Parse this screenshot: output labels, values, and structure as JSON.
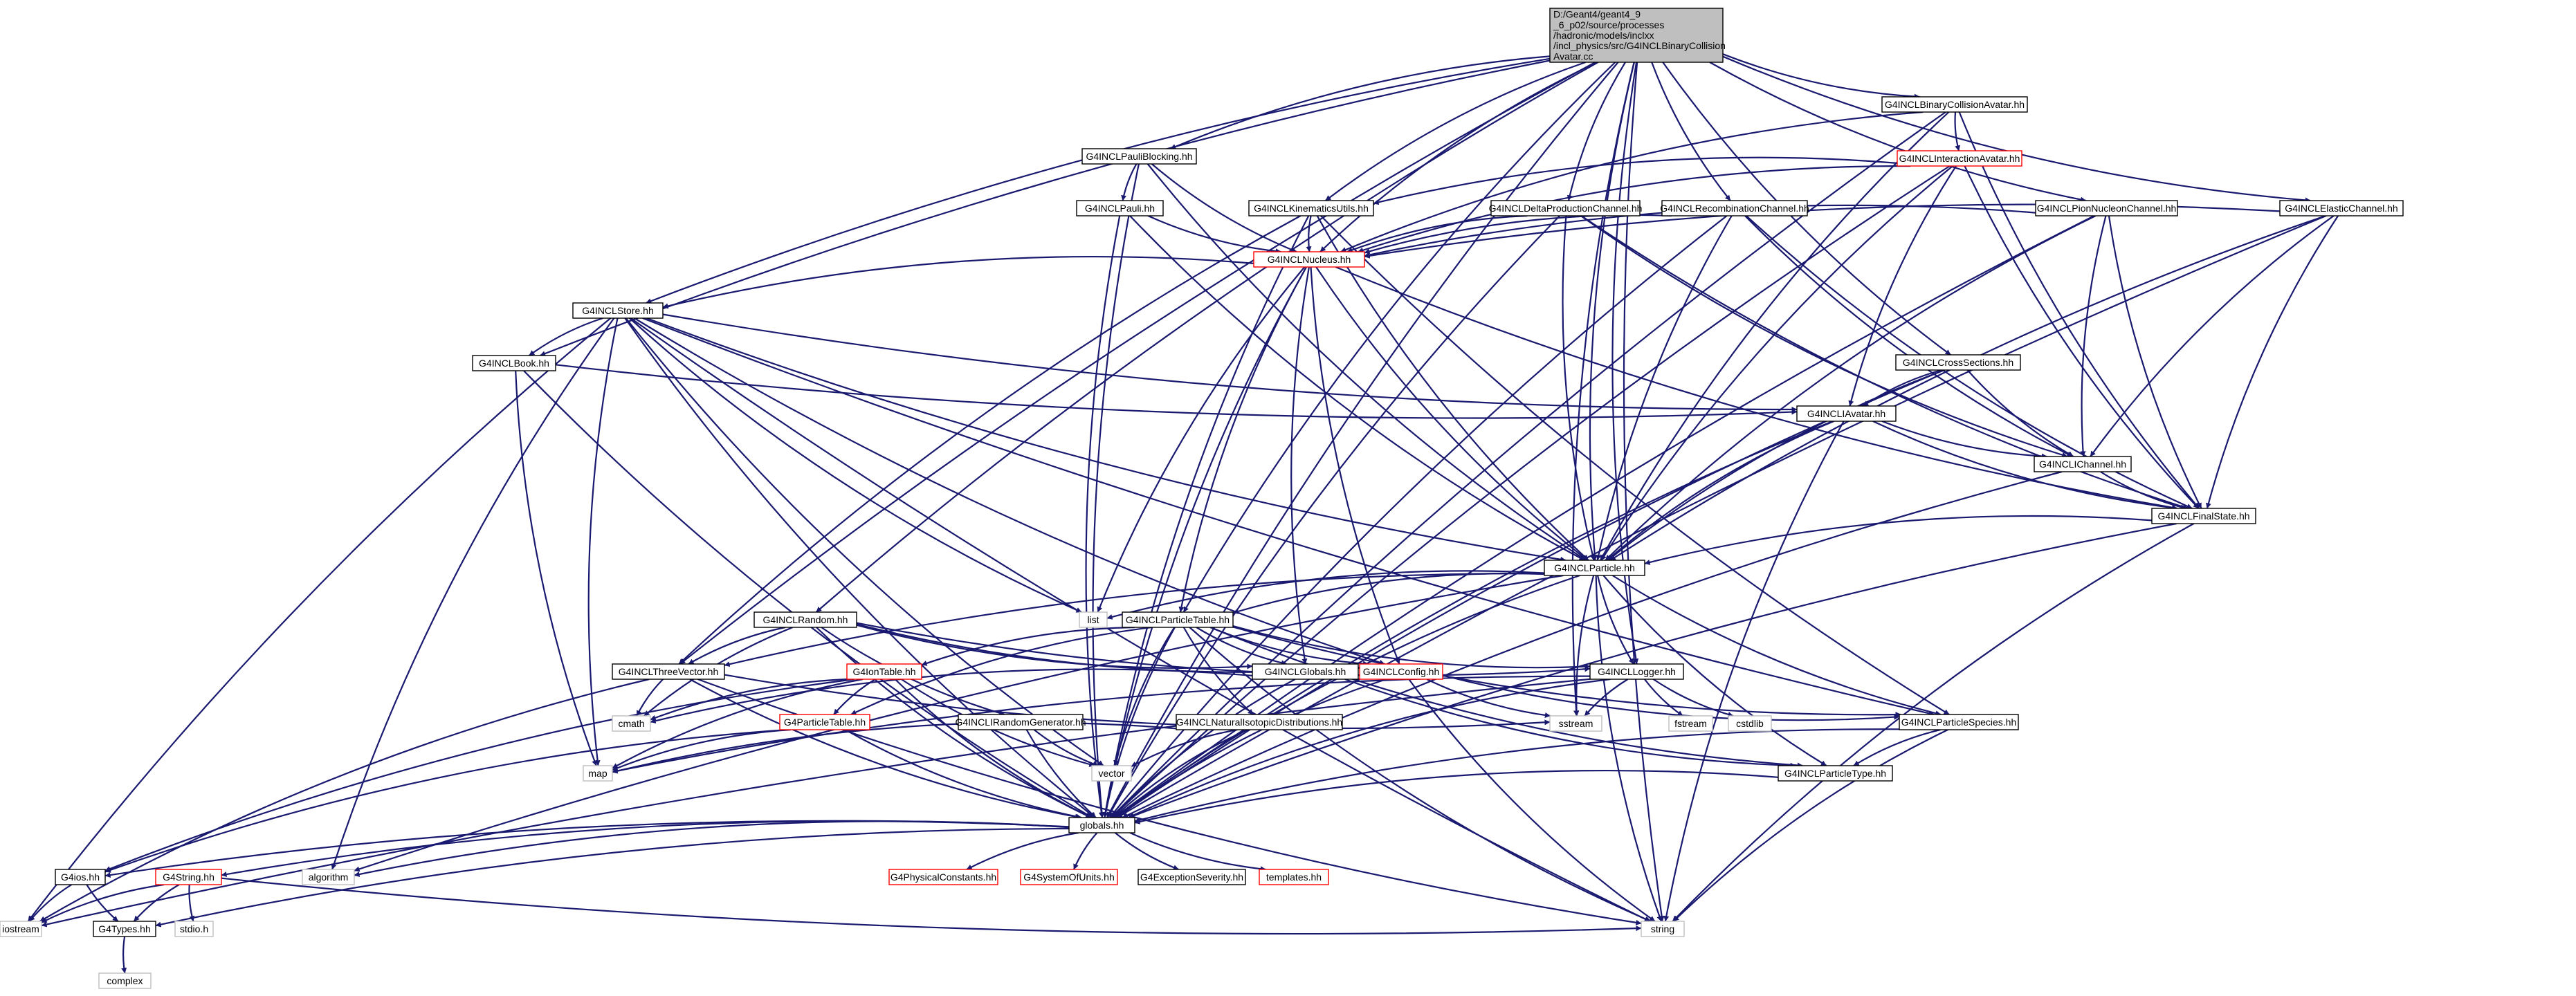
{
  "colors": {
    "background": "#ffffff",
    "edge": "#191970",
    "node_border": "#000000",
    "root_fill": "#bfbfbf",
    "red_border": "#ff0000",
    "gray_border": "#bfbfbf",
    "text": "#000000"
  },
  "nodes": [
    {
      "id": "root",
      "label": [
        "D:/Geant4/geant4_9",
        "_6_p02/source/processes",
        "/hadronic/models/inclxx",
        "/incl_physics/src/G4INCLBinaryCollision",
        "Avatar.cc"
      ],
      "style": "root"
    },
    {
      "id": "bca",
      "label": [
        "G4INCLBinaryCollisionAvatar.hh"
      ],
      "style": "normal"
    },
    {
      "id": "ia",
      "label": [
        "G4INCLInteractionAvatar.hh"
      ],
      "style": "red"
    },
    {
      "id": "pb",
      "label": [
        "G4INCLPauliBlocking.hh"
      ],
      "style": "normal"
    },
    {
      "id": "pauli",
      "label": [
        "G4INCLPauli.hh"
      ],
      "style": "normal"
    },
    {
      "id": "ku",
      "label": [
        "G4INCLKinematicsUtils.hh"
      ],
      "style": "normal"
    },
    {
      "id": "dpc",
      "label": [
        "G4INCLDeltaProductionChannel.hh"
      ],
      "style": "normal"
    },
    {
      "id": "rc",
      "label": [
        "G4INCLRecombinationChannel.hh"
      ],
      "style": "normal"
    },
    {
      "id": "pnc",
      "label": [
        "G4INCLPionNucleonChannel.hh"
      ],
      "style": "normal"
    },
    {
      "id": "ec",
      "label": [
        "G4INCLElasticChannel.hh"
      ],
      "style": "normal"
    },
    {
      "id": "nucleus",
      "label": [
        "G4INCLNucleus.hh"
      ],
      "style": "red"
    },
    {
      "id": "store",
      "label": [
        "G4INCLStore.hh"
      ],
      "style": "normal"
    },
    {
      "id": "book",
      "label": [
        "G4INCLBook.hh"
      ],
      "style": "normal"
    },
    {
      "id": "cs",
      "label": [
        "G4INCLCrossSections.hh"
      ],
      "style": "normal"
    },
    {
      "id": "iav",
      "label": [
        "G4INCLIAvatar.hh"
      ],
      "style": "normal"
    },
    {
      "id": "ich",
      "label": [
        "G4INCLIChannel.hh"
      ],
      "style": "normal"
    },
    {
      "id": "fs",
      "label": [
        "G4INCLFinalState.hh"
      ],
      "style": "normal"
    },
    {
      "id": "particle",
      "label": [
        "G4INCLParticle.hh"
      ],
      "style": "normal"
    },
    {
      "id": "list",
      "label": [
        "list"
      ],
      "style": "gray"
    },
    {
      "id": "ptable",
      "label": [
        "G4INCLParticleTable.hh"
      ],
      "style": "normal"
    },
    {
      "id": "random",
      "label": [
        "G4INCLRandom.hh"
      ],
      "style": "normal"
    },
    {
      "id": "tv",
      "label": [
        "G4INCLThreeVector.hh"
      ],
      "style": "normal"
    },
    {
      "id": "iontable",
      "label": [
        "G4IonTable.hh"
      ],
      "style": "red"
    },
    {
      "id": "inclglobals",
      "label": [
        "G4INCLGlobals.hh"
      ],
      "style": "normal"
    },
    {
      "id": "config",
      "label": [
        "G4INCLConfig.hh"
      ],
      "style": "red"
    },
    {
      "id": "logger",
      "label": [
        "G4INCLLogger.hh"
      ],
      "style": "normal"
    },
    {
      "id": "cmath",
      "label": [
        "cmath"
      ],
      "style": "gray"
    },
    {
      "id": "g4pt",
      "label": [
        "G4ParticleTable.hh"
      ],
      "style": "red"
    },
    {
      "id": "irg",
      "label": [
        "G4INCLIRandomGenerator.hh"
      ],
      "style": "normal"
    },
    {
      "id": "nid",
      "label": [
        "G4INCLNaturalIsotopicDistributions.hh"
      ],
      "style": "normal"
    },
    {
      "id": "sstream",
      "label": [
        "sstream"
      ],
      "style": "gray"
    },
    {
      "id": "fstream",
      "label": [
        "fstream"
      ],
      "style": "gray"
    },
    {
      "id": "cstdlib",
      "label": [
        "cstdlib"
      ],
      "style": "gray"
    },
    {
      "id": "species",
      "label": [
        "G4INCLParticleSpecies.hh"
      ],
      "style": "normal"
    },
    {
      "id": "map",
      "label": [
        "map"
      ],
      "style": "gray"
    },
    {
      "id": "vector",
      "label": [
        "vector"
      ],
      "style": "gray"
    },
    {
      "id": "ptype",
      "label": [
        "G4INCLParticleType.hh"
      ],
      "style": "normal"
    },
    {
      "id": "globals",
      "label": [
        "globals.hh"
      ],
      "style": "normal"
    },
    {
      "id": "g4ios",
      "label": [
        "G4ios.hh"
      ],
      "style": "normal"
    },
    {
      "id": "algorithm",
      "label": [
        "algorithm"
      ],
      "style": "gray"
    },
    {
      "id": "g4string",
      "label": [
        "G4String.hh"
      ],
      "style": "red"
    },
    {
      "id": "physconst",
      "label": [
        "G4PhysicalConstants.hh"
      ],
      "style": "red"
    },
    {
      "id": "sysunits",
      "label": [
        "G4SystemOfUnits.hh"
      ],
      "style": "red"
    },
    {
      "id": "excsev",
      "label": [
        "G4ExceptionSeverity.hh"
      ],
      "style": "normal"
    },
    {
      "id": "templates",
      "label": [
        "templates.hh"
      ],
      "style": "red"
    },
    {
      "id": "iostream",
      "label": [
        "iostream"
      ],
      "style": "gray"
    },
    {
      "id": "g4types",
      "label": [
        "G4Types.hh"
      ],
      "style": "normal"
    },
    {
      "id": "stdio",
      "label": [
        "stdio.h"
      ],
      "style": "gray"
    },
    {
      "id": "string",
      "label": [
        "string"
      ],
      "style": "gray"
    },
    {
      "id": "complex",
      "label": [
        "complex"
      ],
      "style": "gray"
    }
  ],
  "edges": [
    [
      "root",
      "bca"
    ],
    [
      "root",
      "pb"
    ],
    [
      "root",
      "ku"
    ],
    [
      "root",
      "dpc"
    ],
    [
      "root",
      "rc"
    ],
    [
      "root",
      "pnc"
    ],
    [
      "root",
      "ec"
    ],
    [
      "root",
      "store"
    ],
    [
      "root",
      "book"
    ],
    [
      "root",
      "cs"
    ],
    [
      "root",
      "particle"
    ],
    [
      "root",
      "ptable"
    ],
    [
      "root",
      "random"
    ],
    [
      "root",
      "logger"
    ],
    [
      "root",
      "sstream"
    ],
    [
      "root",
      "string"
    ],
    [
      "root",
      "globals"
    ],
    [
      "root",
      "nucleus"
    ],
    [
      "root",
      "tv"
    ],
    [
      "bca",
      "ia"
    ],
    [
      "bca",
      "particle"
    ],
    [
      "bca",
      "fs"
    ],
    [
      "bca",
      "globals"
    ],
    [
      "bca",
      "nucleus"
    ],
    [
      "ia",
      "iav"
    ],
    [
      "ia",
      "particle"
    ],
    [
      "ia",
      "fs"
    ],
    [
      "ia",
      "globals"
    ],
    [
      "ia",
      "nucleus"
    ],
    [
      "ia",
      "ku"
    ],
    [
      "pb",
      "pauli"
    ],
    [
      "pb",
      "nucleus"
    ],
    [
      "pb",
      "particle"
    ],
    [
      "pb",
      "globals"
    ],
    [
      "pauli",
      "nucleus"
    ],
    [
      "pauli",
      "particle"
    ],
    [
      "pauli",
      "globals"
    ],
    [
      "ku",
      "nucleus"
    ],
    [
      "ku",
      "particle"
    ],
    [
      "ku",
      "tv"
    ],
    [
      "ku",
      "species"
    ],
    [
      "ku",
      "globals"
    ],
    [
      "dpc",
      "ich"
    ],
    [
      "dpc",
      "particle"
    ],
    [
      "dpc",
      "nucleus"
    ],
    [
      "dpc",
      "fs"
    ],
    [
      "dpc",
      "globals"
    ],
    [
      "rc",
      "ich"
    ],
    [
      "rc",
      "particle"
    ],
    [
      "rc",
      "nucleus"
    ],
    [
      "rc",
      "fs"
    ],
    [
      "rc",
      "globals"
    ],
    [
      "pnc",
      "ich"
    ],
    [
      "pnc",
      "particle"
    ],
    [
      "pnc",
      "nucleus"
    ],
    [
      "pnc",
      "fs"
    ],
    [
      "pnc",
      "globals"
    ],
    [
      "ec",
      "ich"
    ],
    [
      "ec",
      "particle"
    ],
    [
      "ec",
      "nucleus"
    ],
    [
      "ec",
      "fs"
    ],
    [
      "ec",
      "globals"
    ],
    [
      "nucleus",
      "store"
    ],
    [
      "nucleus",
      "particle"
    ],
    [
      "nucleus",
      "list"
    ],
    [
      "nucleus",
      "ptable"
    ],
    [
      "nucleus",
      "inclglobals"
    ],
    [
      "nucleus",
      "config"
    ],
    [
      "nucleus",
      "fs"
    ],
    [
      "nucleus",
      "globals"
    ],
    [
      "store",
      "book"
    ],
    [
      "store",
      "iav"
    ],
    [
      "store",
      "particle"
    ],
    [
      "store",
      "list"
    ],
    [
      "store",
      "map"
    ],
    [
      "store",
      "vector"
    ],
    [
      "store",
      "config"
    ],
    [
      "store",
      "globals"
    ],
    [
      "store",
      "algorithm"
    ],
    [
      "store",
      "string"
    ],
    [
      "store",
      "iostream"
    ],
    [
      "store",
      "species"
    ],
    [
      "book",
      "iav"
    ],
    [
      "book",
      "map"
    ],
    [
      "book",
      "globals"
    ],
    [
      "cs",
      "iav"
    ],
    [
      "cs",
      "ich"
    ],
    [
      "cs",
      "particle"
    ],
    [
      "cs",
      "globals"
    ],
    [
      "iav",
      "ich"
    ],
    [
      "iav",
      "particle"
    ],
    [
      "iav",
      "fs"
    ],
    [
      "iav",
      "globals"
    ],
    [
      "iav",
      "string"
    ],
    [
      "ich",
      "fs"
    ],
    [
      "ich",
      "globals"
    ],
    [
      "fs",
      "particle"
    ],
    [
      "fs",
      "globals"
    ],
    [
      "fs",
      "string"
    ],
    [
      "particle",
      "list"
    ],
    [
      "particle",
      "ptable"
    ],
    [
      "particle",
      "tv"
    ],
    [
      "particle",
      "logger"
    ],
    [
      "particle",
      "species"
    ],
    [
      "particle",
      "ptype"
    ],
    [
      "particle",
      "sstream"
    ],
    [
      "particle",
      "globals"
    ],
    [
      "particle",
      "string"
    ],
    [
      "particle",
      "algorithm"
    ],
    [
      "ptable",
      "iontable"
    ],
    [
      "ptable",
      "inclglobals"
    ],
    [
      "ptable",
      "config"
    ],
    [
      "ptable",
      "logger"
    ],
    [
      "ptable",
      "g4pt"
    ],
    [
      "ptable",
      "nid"
    ],
    [
      "ptable",
      "vector"
    ],
    [
      "ptable",
      "species"
    ],
    [
      "ptable",
      "ptype"
    ],
    [
      "ptable",
      "globals"
    ],
    [
      "ptable",
      "string"
    ],
    [
      "random",
      "tv"
    ],
    [
      "random",
      "irg"
    ],
    [
      "random",
      "inclglobals"
    ],
    [
      "random",
      "config"
    ],
    [
      "random",
      "cmath"
    ],
    [
      "random",
      "globals"
    ],
    [
      "random",
      "logger"
    ],
    [
      "tv",
      "cmath"
    ],
    [
      "tv",
      "sstream"
    ],
    [
      "tv",
      "globals"
    ],
    [
      "tv",
      "string"
    ],
    [
      "tv",
      "iostream"
    ],
    [
      "iontable",
      "g4pt"
    ],
    [
      "iontable",
      "cmath"
    ],
    [
      "iontable",
      "vector"
    ],
    [
      "iontable",
      "globals"
    ],
    [
      "iontable",
      "map"
    ],
    [
      "iontable",
      "g4ios"
    ],
    [
      "inclglobals",
      "cmath"
    ],
    [
      "inclglobals",
      "ptype"
    ],
    [
      "inclglobals",
      "globals"
    ],
    [
      "config",
      "sstream"
    ],
    [
      "config",
      "species"
    ],
    [
      "config",
      "string"
    ],
    [
      "config",
      "globals"
    ],
    [
      "logger",
      "sstream"
    ],
    [
      "logger",
      "fstream"
    ],
    [
      "logger",
      "cstdlib"
    ],
    [
      "logger",
      "globals"
    ],
    [
      "logger",
      "map"
    ],
    [
      "logger",
      "iostream"
    ],
    [
      "g4pt",
      "map"
    ],
    [
      "g4pt",
      "globals"
    ],
    [
      "g4pt",
      "g4ios"
    ],
    [
      "irg",
      "vector"
    ],
    [
      "irg",
      "globals"
    ],
    [
      "nid",
      "map"
    ],
    [
      "nid",
      "vector"
    ],
    [
      "nid",
      "globals"
    ],
    [
      "species",
      "ptype"
    ],
    [
      "species",
      "globals"
    ],
    [
      "species",
      "string"
    ],
    [
      "ptype",
      "globals"
    ],
    [
      "globals",
      "g4ios"
    ],
    [
      "globals",
      "algorithm"
    ],
    [
      "globals",
      "g4string"
    ],
    [
      "globals",
      "physconst"
    ],
    [
      "globals",
      "sysunits"
    ],
    [
      "globals",
      "excsev"
    ],
    [
      "globals",
      "templates"
    ],
    [
      "globals",
      "g4types"
    ],
    [
      "g4ios",
      "g4types"
    ],
    [
      "g4ios",
      "iostream"
    ],
    [
      "g4string",
      "g4types"
    ],
    [
      "g4string",
      "stdio"
    ],
    [
      "g4string",
      "string"
    ],
    [
      "g4string",
      "iostream"
    ],
    [
      "g4types",
      "complex"
    ]
  ]
}
